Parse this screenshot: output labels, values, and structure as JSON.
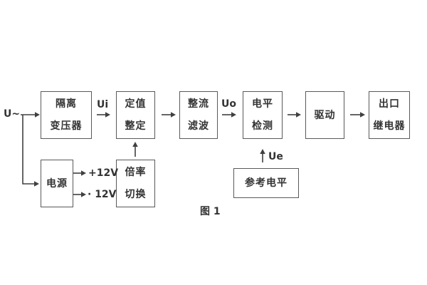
{
  "diagram": {
    "caption": "图 1",
    "labels": {
      "input": "U~",
      "ui": "Ui",
      "uo": "Uo",
      "ue": "Ue",
      "plus12": "+12V",
      "minus12": "· 12V"
    },
    "blocks": {
      "isolation_transformer": {
        "line1": "隔离",
        "line2": "变压器"
      },
      "setpoint_setting": {
        "line1": "定值",
        "line2": "整定"
      },
      "rectifier_filter": {
        "line1": "整流",
        "line2": "滤波"
      },
      "level_detection": {
        "line1": "电平",
        "line2": "检测"
      },
      "driver": {
        "line1": "驱动"
      },
      "output_relay": {
        "line1": "出口",
        "line2": "继电器"
      },
      "power_supply": {
        "line1": "电源"
      },
      "ratio_switch": {
        "line1": "倍率",
        "line2": "切换"
      },
      "reference_level": {
        "line1": "参考电平"
      }
    }
  },
  "colors": {
    "background": "#ffffff",
    "box-border": "#595959",
    "wire": "#404040",
    "text": "#333333"
  }
}
